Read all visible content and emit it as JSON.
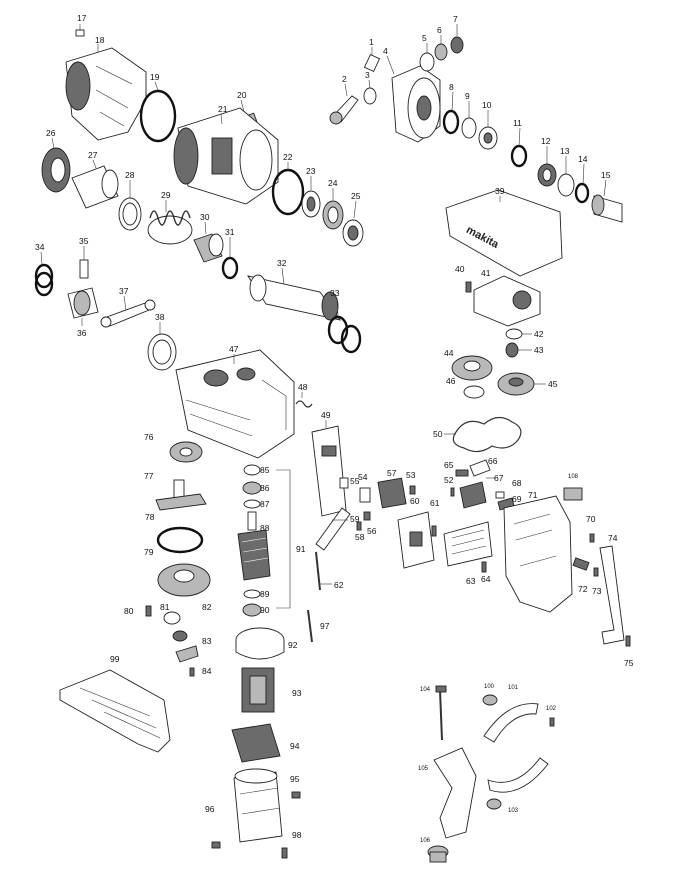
{
  "parts": {
    "p1": "1",
    "p2": "2",
    "p3": "3",
    "p4": "4",
    "p5": "5",
    "p6": "6",
    "p7": "7",
    "p8": "8",
    "p9": "9",
    "p10": "10",
    "p11": "11",
    "p12": "12",
    "p13": "13",
    "p14": "14",
    "p15": "15",
    "p17": "17",
    "p18": "18",
    "p19": "19",
    "p20": "20",
    "p21": "21",
    "p22": "22",
    "p23": "23",
    "p24": "24",
    "p25": "25",
    "p26": "26",
    "p27": "27",
    "p28": "28",
    "p29": "29",
    "p30": "30",
    "p31": "31",
    "p32": "32",
    "p33": "33",
    "p34": "34",
    "p35": "35",
    "p36": "36",
    "p37": "37",
    "p38": "38",
    "p39": "39",
    "p40": "40",
    "p41": "41",
    "p42": "42",
    "p43": "43",
    "p44": "44",
    "p45": "45",
    "p46": "46",
    "p47": "47",
    "p48": "48",
    "p49": "49",
    "p50": "50",
    "p52": "52",
    "p53": "53",
    "p54": "54",
    "p55": "55",
    "p56": "56",
    "p57": "57",
    "p58": "58",
    "p59": "59",
    "p60": "60",
    "p61": "61",
    "p62": "62",
    "p63": "63",
    "p64": "64",
    "p65": "65",
    "p66": "66",
    "p67": "67",
    "p68": "68",
    "p69": "69",
    "p70": "70",
    "p71": "71",
    "p72": "72",
    "p73": "73",
    "p74": "74",
    "p75": "75",
    "p76": "76",
    "p77": "77",
    "p78": "78",
    "p79": "79",
    "p80": "80",
    "p81": "81",
    "p82": "82",
    "p83": "83",
    "p84": "84",
    "p85": "85",
    "p86": "86",
    "p87": "87",
    "p88": "88",
    "p89": "89",
    "p90": "90",
    "p91": "91",
    "p92": "92",
    "p93": "93",
    "p94": "94",
    "p95": "95",
    "p96": "96",
    "p97": "97",
    "p98": "98",
    "p99": "99",
    "p100": "100",
    "p101": "101",
    "p102": "102",
    "p103": "103",
    "p104": "104",
    "p105": "105",
    "p106": "106",
    "p108": "108"
  },
  "brand_text": "makita"
}
